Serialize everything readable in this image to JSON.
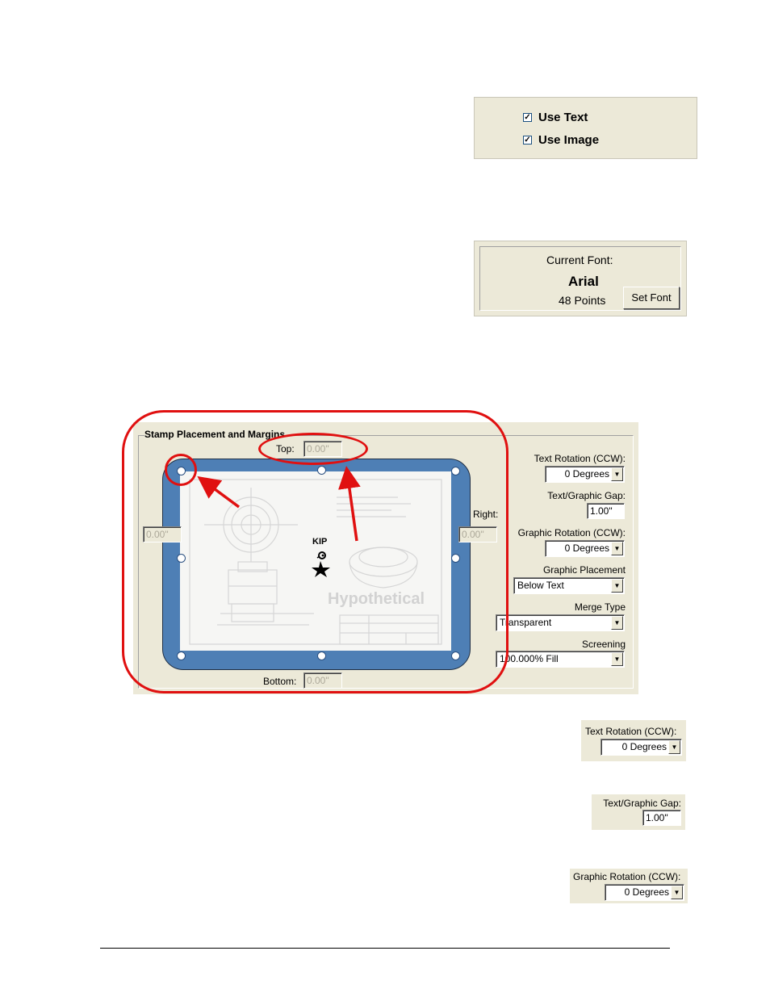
{
  "options": {
    "use_text_label": "Use Text",
    "use_text_checked": true,
    "use_image_label": "Use Image",
    "use_image_checked": true
  },
  "font_panel": {
    "current_font_label": "Current Font:",
    "font_name": "Arial",
    "font_size": "48 Points",
    "set_font_button": "Set Font"
  },
  "stamp": {
    "group_title": "Stamp Placement and Margins",
    "top_label": "Top:",
    "top_value": "0.00\"",
    "left_value": "0.00\"",
    "right_label": "Right:",
    "right_value": "0.00\"",
    "bottom_label": "Bottom:",
    "bottom_value": "0.00\"",
    "preview": {
      "logo_text": "KIP",
      "drawing_text": "Hypothetical"
    },
    "text_rotation_label": "Text Rotation (CCW):",
    "text_rotation_value": "0 Degrees",
    "gap_label": "Text/Graphic Gap:",
    "gap_value": "1.00\"",
    "graphic_rotation_label": "Graphic Rotation (CCW):",
    "graphic_rotation_value": "0 Degrees",
    "graphic_placement_label": "Graphic Placement",
    "graphic_placement_value": "Below Text",
    "merge_type_label": "Merge Type",
    "merge_type_value": "Transparent",
    "screening_label": "Screening",
    "screening_value": "100.000% Fill"
  },
  "detail_text_rotation": {
    "label": "Text Rotation (CCW):",
    "value": "0 Degrees"
  },
  "detail_gap": {
    "label": "Text/Graphic Gap:",
    "value": "1.00\""
  },
  "detail_graphic_rotation": {
    "label": "Graphic Rotation (CCW):",
    "value": "0 Degrees"
  },
  "colors": {
    "panel": "#ece9d8",
    "preview_frame": "#4e7fb5",
    "annotation": "#e01010"
  }
}
